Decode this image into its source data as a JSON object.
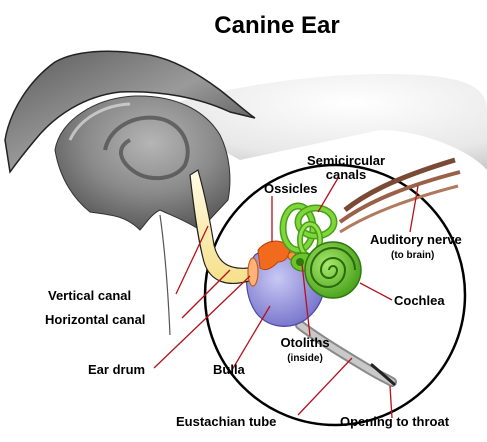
{
  "title": "Canine Ear",
  "labels": {
    "semicircular_line1": "Semicircular",
    "semicircular_line2": "canals",
    "ossicles": "Ossicles",
    "auditory_nerve": "Auditory nerve",
    "auditory_nerve_note": "(to brain)",
    "cochlea": "Cochlea",
    "otoliths": "Otoliths",
    "otoliths_note": "(inside)",
    "vertical_canal": "Vertical canal",
    "horizontal_canal": "Horizontal canal",
    "ear_drum": "Ear drum",
    "bulla": "Bulla",
    "eustachian_tube": "Eustachian tube",
    "opening_to_throat": "Opening to throat"
  },
  "colors": {
    "pointer": "#b5121b",
    "semicircular": "#5fc21f",
    "cochlea": "#6cc42a",
    "bulla": "#8a88d8",
    "ossicles": "#f26a1b",
    "canal": "#fff3b0",
    "nerve": "#8a5a44"
  }
}
